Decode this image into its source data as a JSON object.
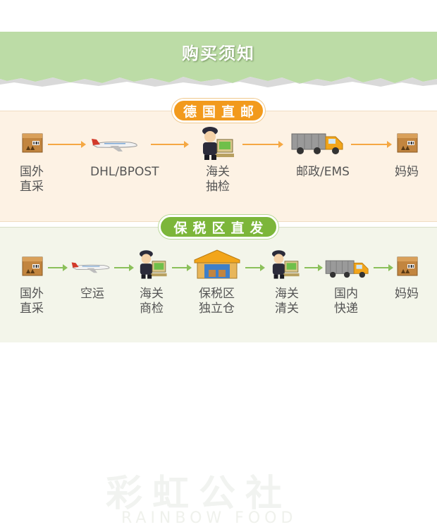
{
  "banner": {
    "title": "购买须知"
  },
  "section_direct": {
    "title": "德国直邮",
    "steps": [
      {
        "label": "国外\n直采",
        "icon": "package-icon"
      },
      {
        "label": "DHL/BPOST",
        "icon": "airplane-icon"
      },
      {
        "label": "海关\n抽检",
        "icon": "customs-officer-icon"
      },
      {
        "label": "邮政/EMS",
        "icon": "truck-icon"
      },
      {
        "label": "妈妈",
        "icon": "package-icon"
      }
    ]
  },
  "section_bonded": {
    "title": "保税区直发",
    "steps": [
      {
        "label": "国外\n直采",
        "icon": "package-icon"
      },
      {
        "label": "空运",
        "icon": "airplane-icon"
      },
      {
        "label": "海关\n商检",
        "icon": "customs-officer-icon"
      },
      {
        "label": "保税区\n独立仓",
        "icon": "warehouse-icon"
      },
      {
        "label": "海关\n清关",
        "icon": "customs-officer-icon"
      },
      {
        "label": "国内\n快递",
        "icon": "truck-icon"
      },
      {
        "label": "妈妈",
        "icon": "package-icon"
      }
    ]
  },
  "watermark": {
    "main": "彩虹公社",
    "sub": "RAINBOW FOOD"
  },
  "colors": {
    "banner": "#bcdca6",
    "orange": "#f29a1d",
    "green": "#7cb63a"
  }
}
